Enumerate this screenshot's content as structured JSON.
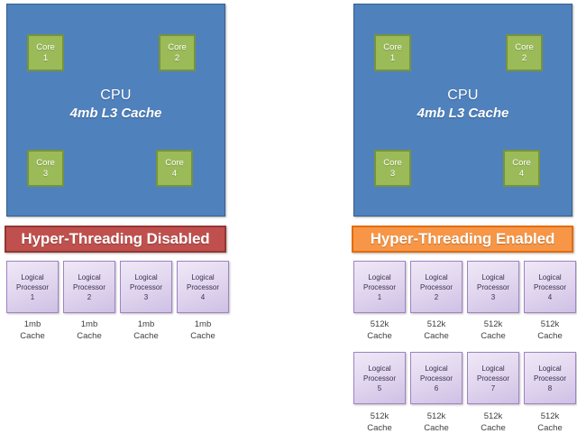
{
  "diagram": {
    "title": "Hyper-Threading comparison diagram",
    "colors": {
      "cpu_fill": "#4F81BD",
      "cpu_border": "#385D8A",
      "core_fill": "#9BBB59",
      "core_border": "#77933C",
      "banner_disabled": "#C0504D",
      "banner_disabled_border": "#943634",
      "banner_enabled": "#F79646",
      "banner_enabled_border": "#E36C0A",
      "logical_processor_fill": "#E3D8F0",
      "logical_processor_border": "#9E84C4",
      "text_dark": "#3F3F3F",
      "text_light": "#FFFFFF"
    }
  },
  "left": {
    "cpu": {
      "title": "CPU",
      "subtitle": "4mb L3 Cache",
      "cores": [
        {
          "name": "Core",
          "number": "1"
        },
        {
          "name": "Core",
          "number": "2"
        },
        {
          "name": "Core",
          "number": "3"
        },
        {
          "name": "Core",
          "number": "4"
        }
      ]
    },
    "banner": "Hyper-Threading Disabled",
    "logical_processor_rows": [
      {
        "processors": [
          {
            "line1": "Logical",
            "line2": "Processor",
            "number": "1"
          },
          {
            "line1": "Logical",
            "line2": "Processor",
            "number": "2"
          },
          {
            "line1": "Logical",
            "line2": "Processor",
            "number": "3"
          },
          {
            "line1": "Logical",
            "line2": "Processor",
            "number": "4"
          }
        ],
        "caches": [
          {
            "size": "1mb",
            "label": "Cache"
          },
          {
            "size": "1mb",
            "label": "Cache"
          },
          {
            "size": "1mb",
            "label": "Cache"
          },
          {
            "size": "1mb",
            "label": "Cache"
          }
        ]
      }
    ]
  },
  "right": {
    "cpu": {
      "title": "CPU",
      "subtitle": "4mb L3 Cache",
      "cores": [
        {
          "name": "Core",
          "number": "1"
        },
        {
          "name": "Core",
          "number": "2"
        },
        {
          "name": "Core",
          "number": "3"
        },
        {
          "name": "Core",
          "number": "4"
        }
      ]
    },
    "banner": "Hyper-Threading Enabled",
    "logical_processor_rows": [
      {
        "processors": [
          {
            "line1": "Logical",
            "line2": "Processor",
            "number": "1"
          },
          {
            "line1": "Logical",
            "line2": "Processor",
            "number": "2"
          },
          {
            "line1": "Logical",
            "line2": "Processor",
            "number": "3"
          },
          {
            "line1": "Logical",
            "line2": "Processor",
            "number": "4"
          }
        ],
        "caches": [
          {
            "size": "512k",
            "label": "Cache"
          },
          {
            "size": "512k",
            "label": "Cache"
          },
          {
            "size": "512k",
            "label": "Cache"
          },
          {
            "size": "512k",
            "label": "Cache"
          }
        ]
      },
      {
        "processors": [
          {
            "line1": "Logical",
            "line2": "Processor",
            "number": "5"
          },
          {
            "line1": "Logical",
            "line2": "Processor",
            "number": "6"
          },
          {
            "line1": "Logical",
            "line2": "Processor",
            "number": "7"
          },
          {
            "line1": "Logical",
            "line2": "Processor",
            "number": "8"
          }
        ],
        "caches": [
          {
            "size": "512k",
            "label": "Cache"
          },
          {
            "size": "512k",
            "label": "Cache"
          },
          {
            "size": "512k",
            "label": "Cache"
          },
          {
            "size": "512k",
            "label": "Cache"
          }
        ]
      }
    ]
  }
}
